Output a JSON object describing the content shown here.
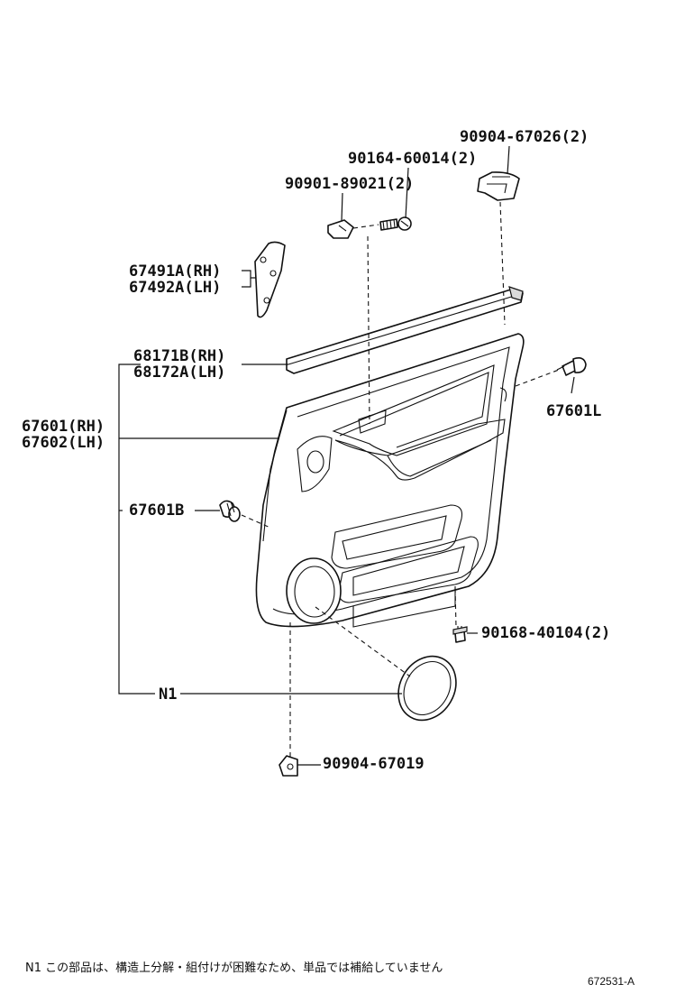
{
  "labels": {
    "p90904_67026": "90904-67026(2)",
    "p90164_60014": "90164-60014(2)",
    "p90901_89021": "90901-89021(2)",
    "p67491A": "67491A(RH)",
    "p67492A": "67492A(LH)",
    "p68171B": "68171B(RH)",
    "p68172A": "68172A(LH)",
    "p67601L": "67601L",
    "p67601": "67601(RH)",
    "p67602": "67602(LH)",
    "p67601B": "67601B",
    "p90168_40104": "90168-40104(2)",
    "pN1": "N1",
    "p90904_67019": "90904-67019"
  },
  "footnote": "N1 この部品は、構造上分解・組付けが困難なため、単品では補給していません",
  "figure_id": "672531-A"
}
